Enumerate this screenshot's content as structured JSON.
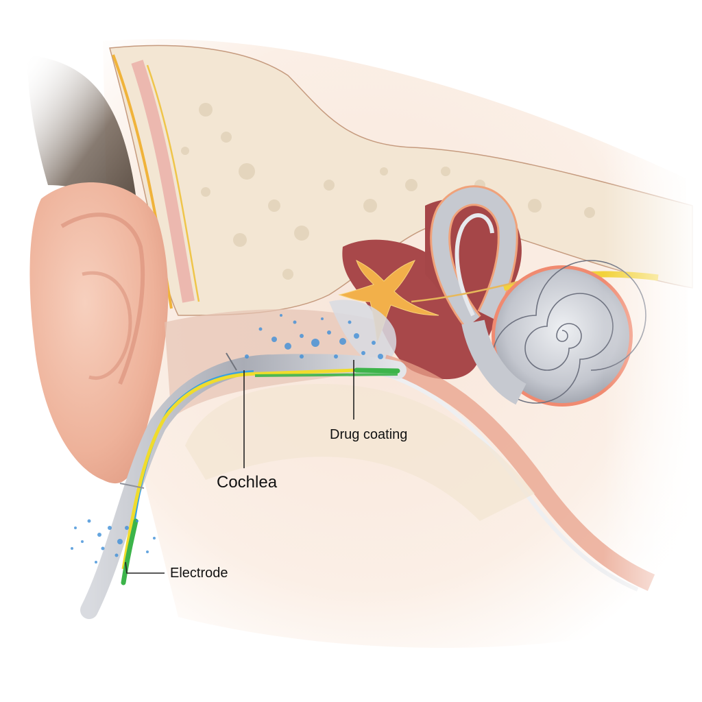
{
  "figure": {
    "title": "Drug-coated cochlear implant electrode in ear cross-section",
    "labels": {
      "drug_coating": "Drug coating",
      "cochlea": "Cochlea",
      "electrode": "Electrode"
    },
    "structures": [
      "outer-ear",
      "hair",
      "skull-bone",
      "ear-canal",
      "middle-ear-cavity",
      "ossicles",
      "semicircular-canals",
      "cochlea-spiral",
      "auditory-nerve",
      "electrode-lead",
      "drug-particles"
    ],
    "colors": {
      "background": "#ffffff",
      "skin": "#f2c2ad",
      "bone": "#f3e6d3",
      "bone_texture": "#d8c8ac",
      "tissue_red": "#a8484a",
      "cochlea_gray": "#c9ccd3",
      "nerve_yellow": "#f2d23a",
      "lead_gray": "#b9bcc4",
      "stripe_yellow": "#f0dc2c",
      "stripe_green": "#3cb44a",
      "stripe_blue": "#3aa0e0",
      "drug_blue": "#3f8fd8",
      "label_text": "#111111",
      "leader_line": "#222222"
    }
  }
}
